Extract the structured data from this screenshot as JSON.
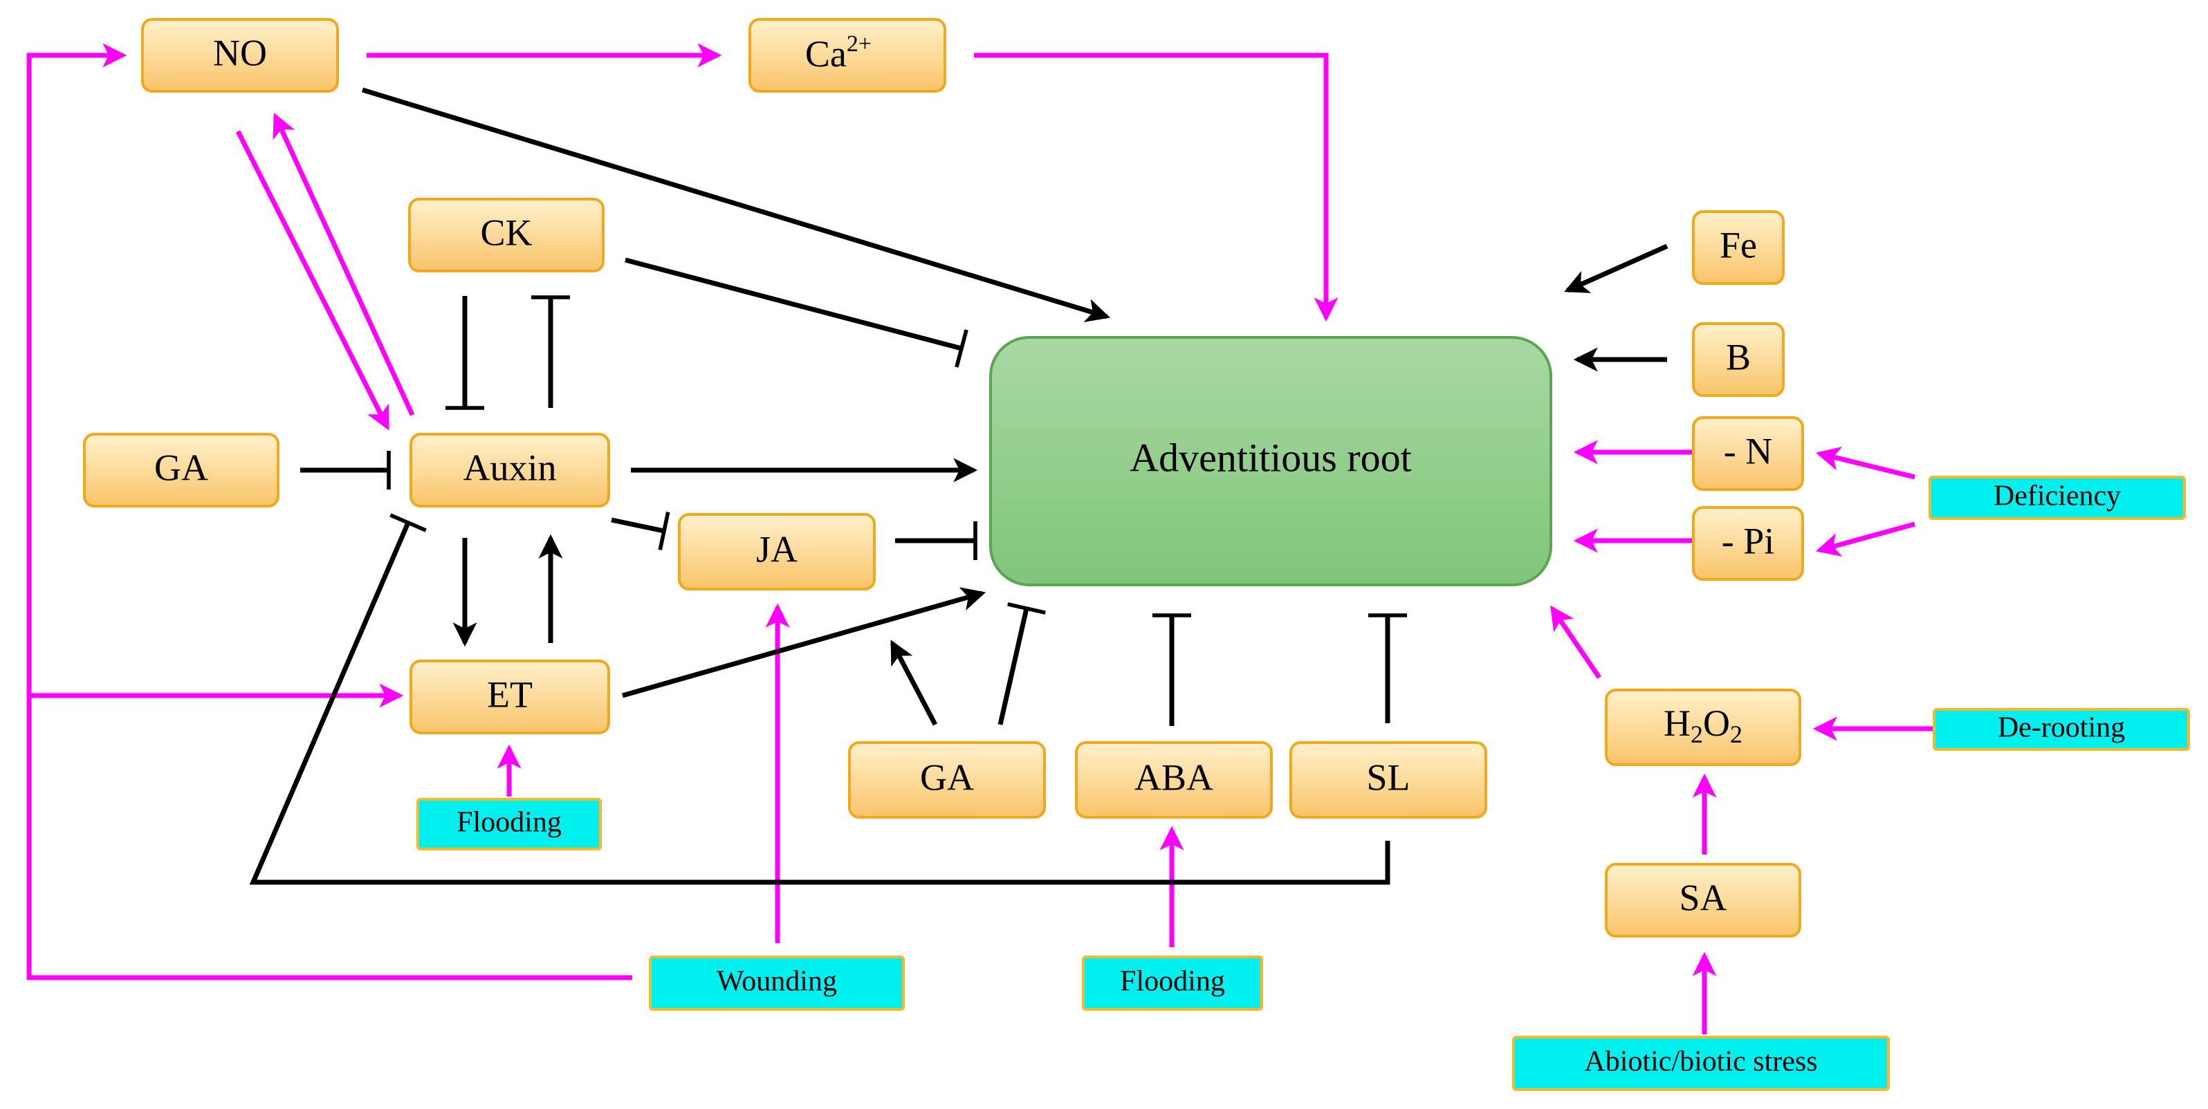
{
  "nodes": {
    "no": "NO",
    "ca": {
      "base": "Ca",
      "sup": "2+"
    },
    "ck": "CK",
    "ga_left": "GA",
    "auxin": "Auxin",
    "ja": "JA",
    "et": "ET",
    "ga_bottom": "GA",
    "aba": "ABA",
    "sl": "SL",
    "root": "Adventitious root",
    "fe": "Fe",
    "b": "B",
    "n": "- N",
    "pi": "- Pi",
    "h2o2": {
      "h": "H",
      "sub1": "2",
      "o": "O",
      "sub2": "2"
    },
    "sa": "SA"
  },
  "stimuli": {
    "flooding_et": "Flooding",
    "wounding": "Wounding",
    "flooding_aba": "Flooding",
    "deficiency": "Deficiency",
    "derooting": "De-rooting",
    "stress": "Abiotic/biotic stress"
  },
  "colors": {
    "node_fill_top": "#fff1cc",
    "node_fill_bottom": "#f9c46a",
    "node_stroke": "#f2a81d",
    "root_fill_top": "#a9d8a2",
    "root_fill_bottom": "#7fc57a",
    "root_stroke": "#5aa552",
    "stimulus_fill": "#00f0f0",
    "stimulus_stroke": "#f5b82a",
    "magenta": "#ff00ff",
    "black": "#000000"
  }
}
